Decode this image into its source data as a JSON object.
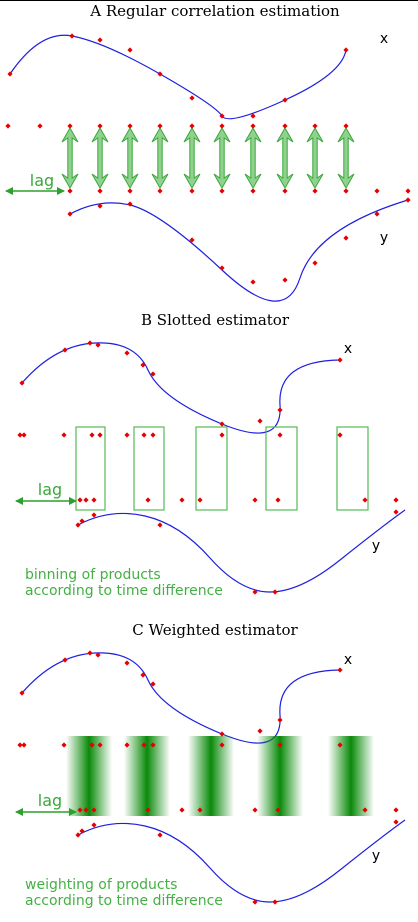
{
  "panels": {
    "a": {
      "title": "A Regular correlation estimation",
      "x_label": "x",
      "y_label": "y",
      "lag_label": "lag"
    },
    "b": {
      "title": "B Slotted estimator",
      "x_label": "x",
      "y_label": "y",
      "lag_label": "lag",
      "caption_line1": "binning of products",
      "caption_line2": "according to time difference"
    },
    "c": {
      "title": "C Weighted estimator",
      "x_label": "x",
      "y_label": "y",
      "lag_label": "lag",
      "caption_line1": "weighting of products",
      "caption_line2": "according to time difference"
    }
  },
  "colors": {
    "curve": "#1f1fe0",
    "sample": "#e60000",
    "lag_green": "#2ea02e",
    "arrow_fill": "#8fd18f",
    "arrow_stroke": "#3aa83a",
    "bin_stroke": "#55bb55",
    "weight_band": "#0a8a0a",
    "caption_green": "#44b044"
  }
}
